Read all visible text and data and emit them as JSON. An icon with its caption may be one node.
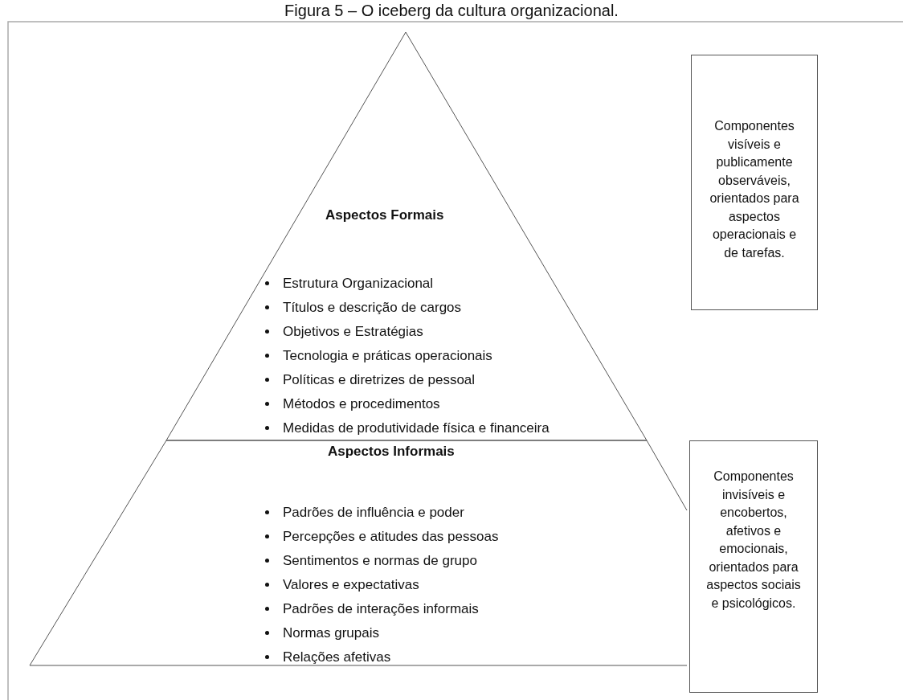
{
  "diagram": {
    "title": "Figura 5 – O iceberg da cultura organizacional.",
    "nodes": [
      {
        "text": [
          "Aspectos Formais",
          "Estrutura Organizacional",
          "Títulos e descrição de cargos",
          "Objetivos e Estratégias",
          "Tecnologia e práticas operacionais",
          "Políticas e diretrizes de pessoal",
          "Métodos e procedimentos",
          "Medidas de produtividade física e financeira"
        ]
      },
      {
        "text": [
          "Aspectos Informais",
          "Padrões de influência e poder",
          "Percepções e atitudes das pessoas",
          "Sentimentos e normas de grupo",
          "Valores e expectativas",
          "Padrões de interações informais",
          "Normas grupais",
          "Relações afetivas"
        ]
      },
      {
        "text": [
          "Componentes visíveis e publicamente observáveis, orientados para aspectos operacionais e de tarefas."
        ]
      },
      {
        "text": [
          "Componentes invisíveis e encobertos, afetivos e emocionais, orientados para aspectos sociais e psicológicos."
        ]
      }
    ]
  }
}
